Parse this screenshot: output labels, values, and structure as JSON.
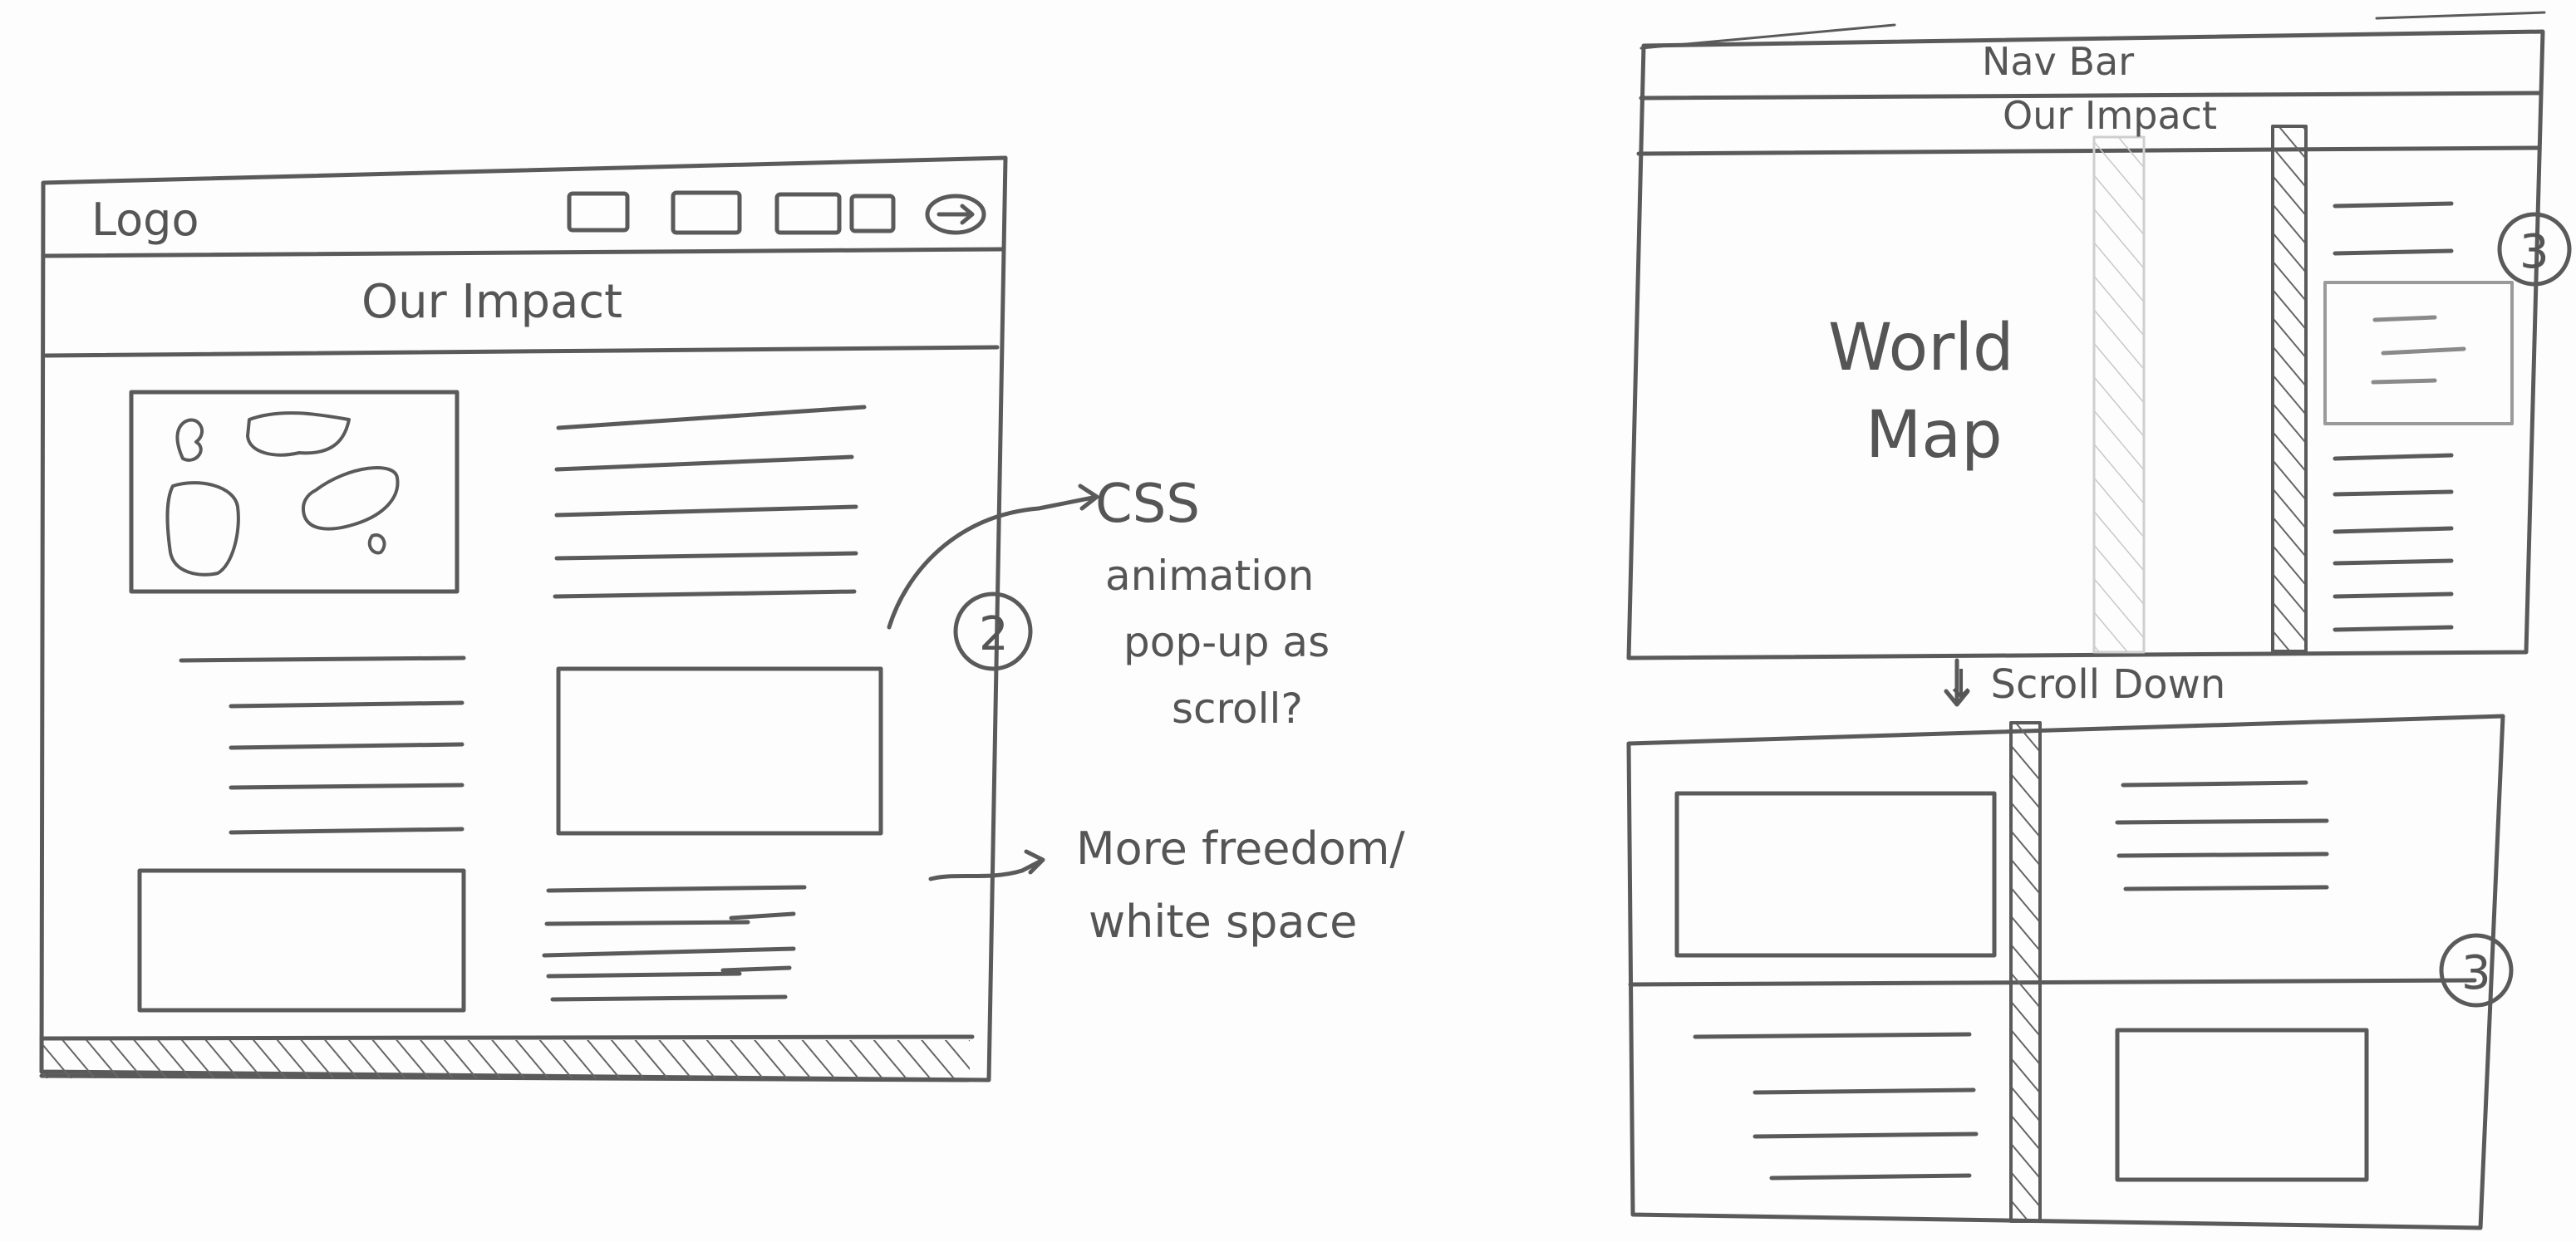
{
  "sketch1": {
    "logo": "Logo",
    "title": "Our Impact",
    "badge": "2",
    "note_css": "CSS",
    "note_css_line1": "animation",
    "note_css_line2": "pop-up as",
    "note_css_line3": "scroll?",
    "note_space_line1": "More freedom/",
    "note_space_line2": "white space"
  },
  "sketch2": {
    "nav": "Nav Bar",
    "title": "Our Impact",
    "map_line1": "World",
    "map_line2": "Map",
    "badge_top": "3",
    "scroll": "↓ Scroll Down",
    "badge_bottom": "3"
  },
  "colors": {
    "ink": "#555555",
    "paper": "#fdfdfd"
  }
}
